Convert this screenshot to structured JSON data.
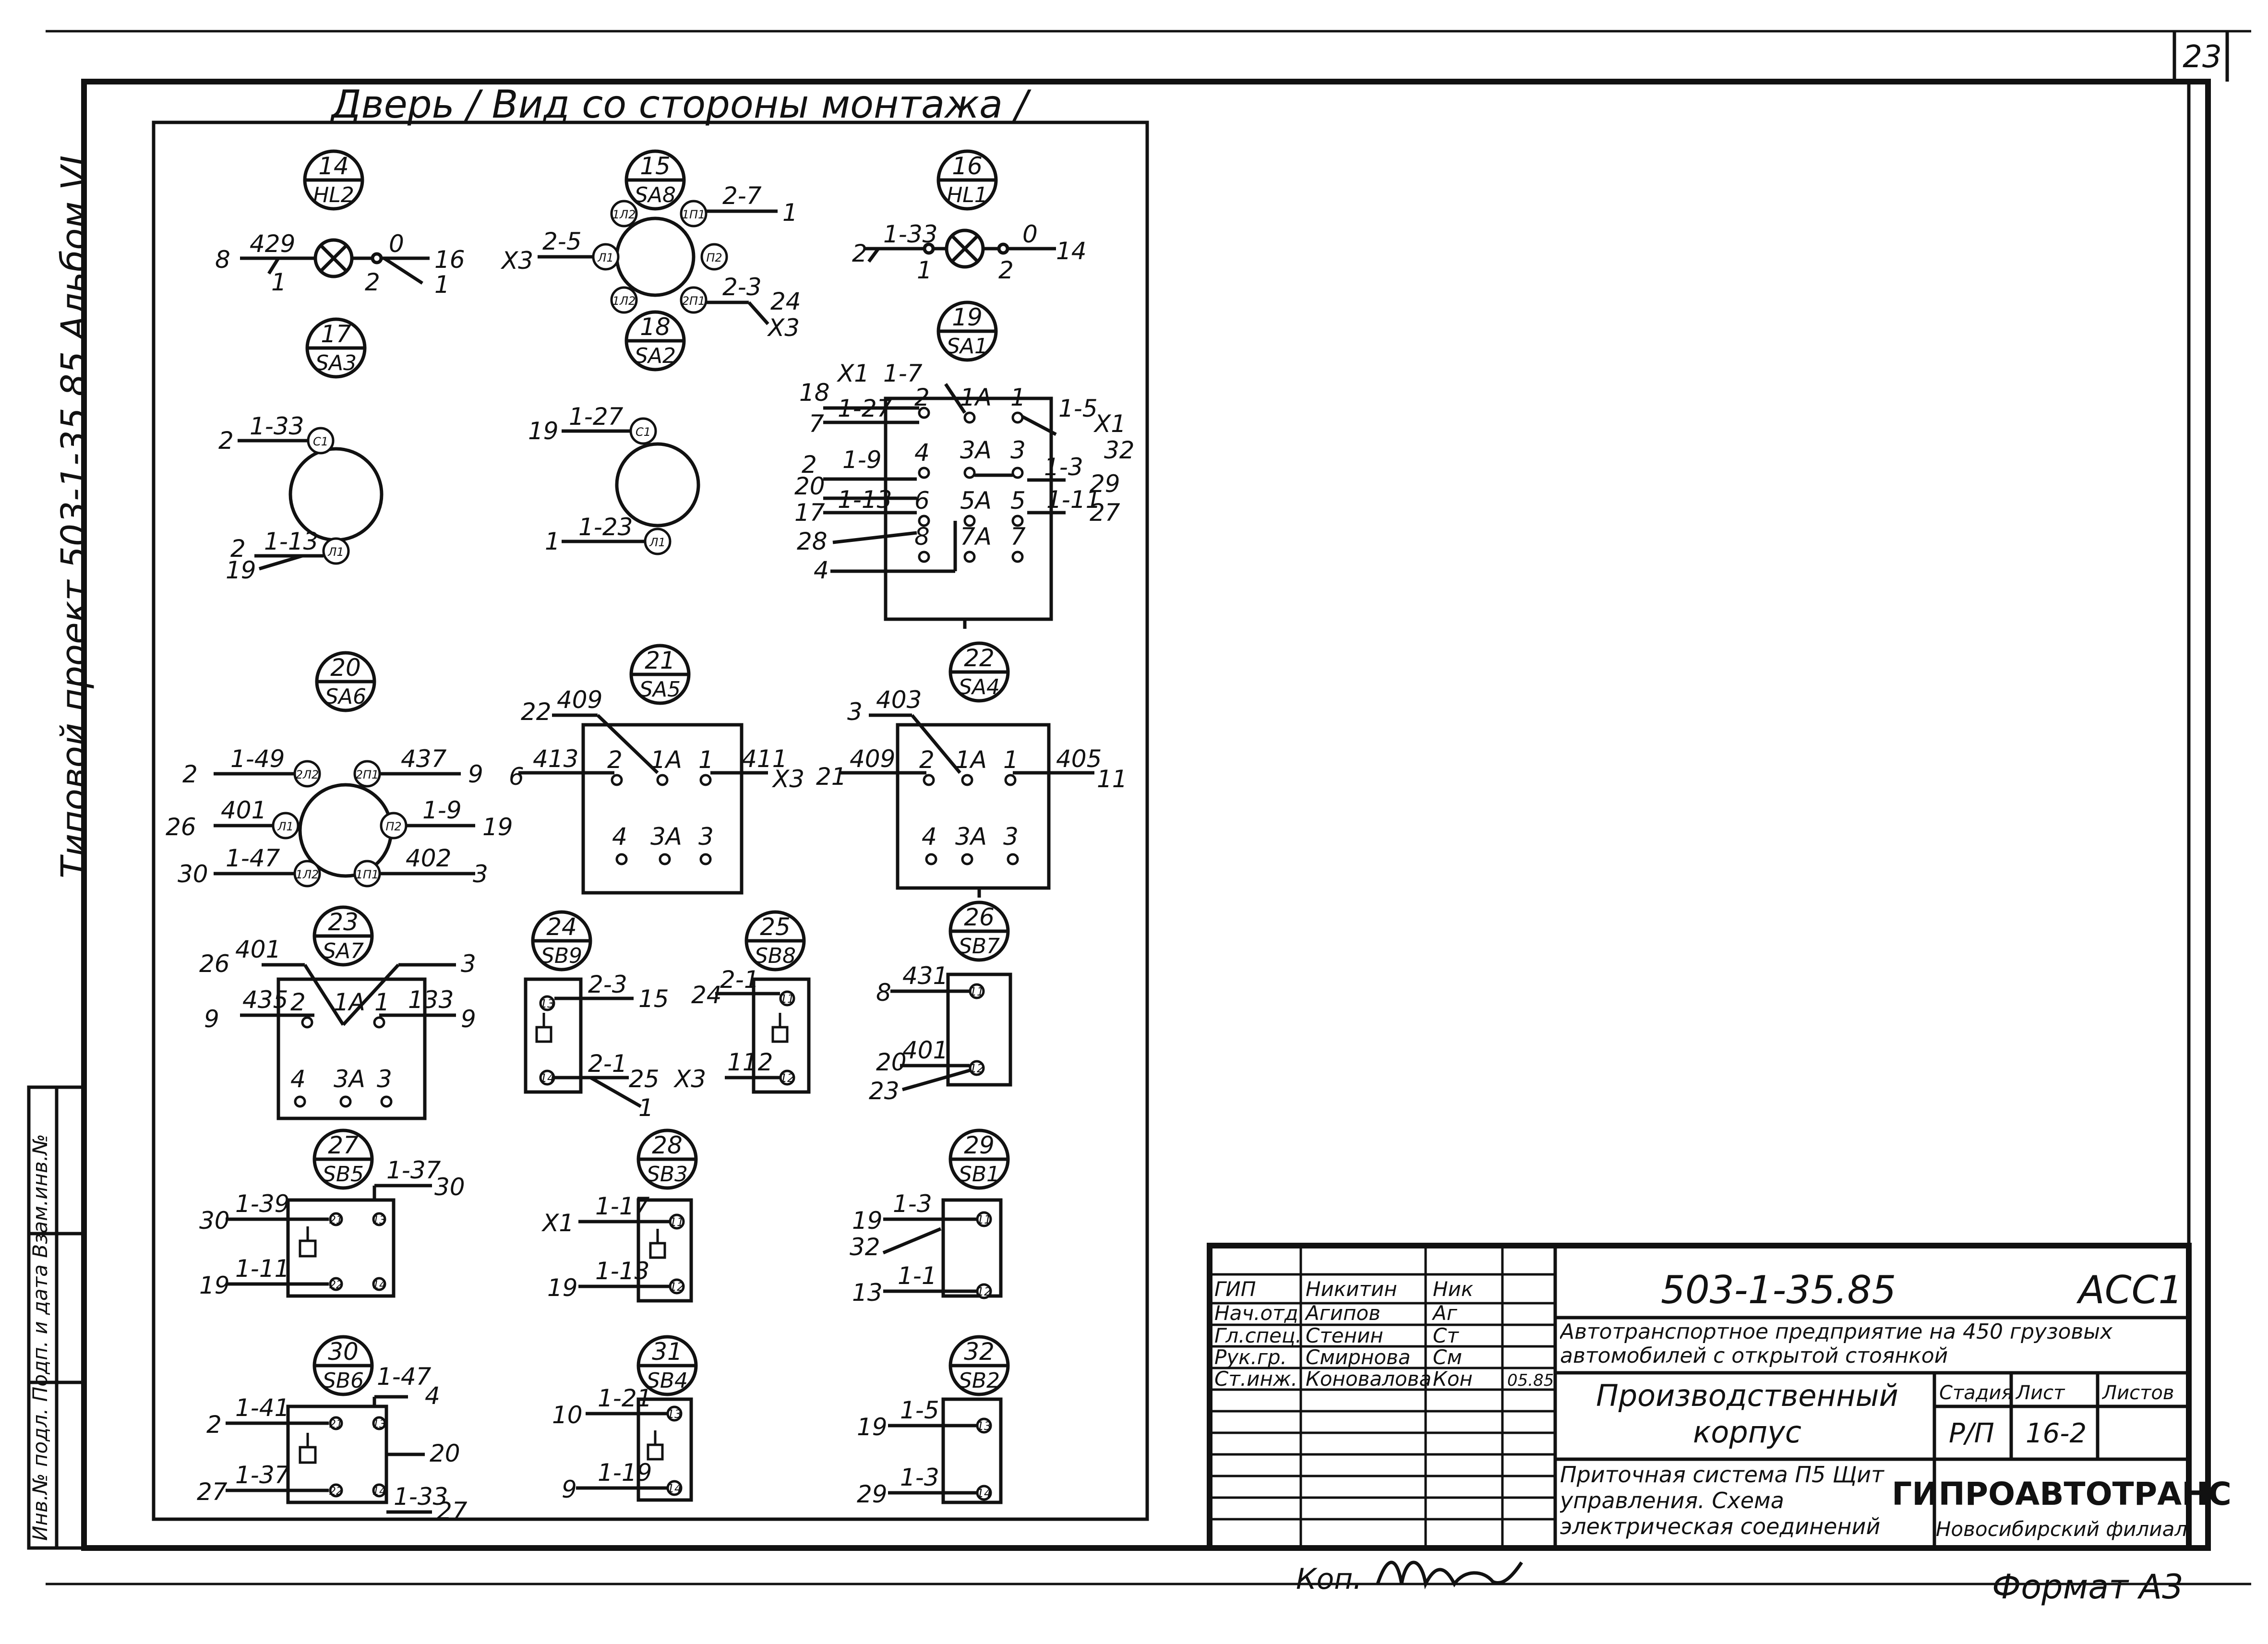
{
  "page_number": "23",
  "side_note": "Типовой проект 503-1-35.85 Альбом VI",
  "stamp_text": "Инв.№ подл. Подп. и дата Взам.инв.№",
  "panel_title": "Дверь / Вид со стороны монтажа /",
  "devices": [
    {
      "num": "14",
      "tag": "HL2"
    },
    {
      "num": "15",
      "tag": "SA8"
    },
    {
      "num": "16",
      "tag": "HL1"
    },
    {
      "num": "17",
      "tag": "SA3"
    },
    {
      "num": "18",
      "tag": "SA2"
    },
    {
      "num": "19",
      "tag": "SA1"
    },
    {
      "num": "20",
      "tag": "SA6"
    },
    {
      "num": "21",
      "tag": "SA5"
    },
    {
      "num": "22",
      "tag": "SA4"
    },
    {
      "num": "23",
      "tag": "SA7"
    },
    {
      "num": "24",
      "tag": "SB9"
    },
    {
      "num": "25",
      "tag": "SB8"
    },
    {
      "num": "26",
      "tag": "SB7"
    },
    {
      "num": "27",
      "tag": "SB5"
    },
    {
      "num": "28",
      "tag": "SB3"
    },
    {
      "num": "29",
      "tag": "SB1"
    },
    {
      "num": "30",
      "tag": "SB6"
    },
    {
      "num": "31",
      "tag": "SB4"
    },
    {
      "num": "32",
      "tag": "SB2"
    }
  ],
  "labels": {
    "d14": [
      "8",
      "429",
      "1",
      "0",
      "16",
      "2",
      "1"
    ],
    "d15": [
      "2-7",
      "1",
      "X3",
      "2-5",
      "2-3",
      "24",
      "X3",
      "1Л2",
      "1П1",
      "Л1",
      "П2",
      "1Л2",
      "2П1"
    ],
    "d16": [
      "2",
      "1-33",
      "1",
      "0",
      "14",
      "2"
    ],
    "d17": [
      "2",
      "1-33",
      "2",
      "1-13",
      "19",
      "С1",
      "Л1"
    ],
    "d18": [
      "19",
      "1-27",
      "1",
      "1-23",
      "С1",
      "Л1"
    ],
    "d19": [
      "18",
      "X1",
      "1-7",
      "7",
      "1-27",
      "1-5",
      "X1",
      "32",
      "2",
      "1-9",
      "3А",
      "3",
      "20",
      "1-3",
      "29",
      "17",
      "1-13",
      "5А",
      "5",
      "1-11",
      "27",
      "28",
      "7А",
      "7",
      "4",
      "2",
      "1А",
      "1",
      "4",
      "6",
      "8"
    ],
    "d20": [
      "2",
      "1-49",
      "437",
      "9",
      "26",
      "401",
      "1-9",
      "19",
      "30",
      "1-47",
      "402",
      "3",
      "2Л2",
      "2П1",
      "Л1",
      "П2",
      "1Л2",
      "1П1"
    ],
    "d21": [
      "22",
      "409",
      "6",
      "413",
      "2",
      "1А",
      "1",
      "411",
      "X3",
      "4",
      "3А",
      "3"
    ],
    "d22": [
      "3",
      "403",
      "21",
      "409",
      "2",
      "1А",
      "1",
      "405",
      "11",
      "4",
      "3А",
      "3"
    ],
    "d23": [
      "26",
      "401",
      "3",
      "9",
      "435",
      "2",
      "1А",
      "1",
      "133",
      "9",
      "4",
      "3А",
      "3"
    ],
    "d24": [
      "13",
      "2-3",
      "15",
      "14",
      "2-1",
      "25",
      "1"
    ],
    "d25": [
      "24",
      "2-1",
      "11",
      "X3",
      "112",
      "12"
    ],
    "d26": [
      "8",
      "431",
      "11",
      "20",
      "401",
      "12",
      "23"
    ],
    "d27": [
      "30",
      "1-39",
      "21",
      "1-37",
      "30",
      "13",
      "19",
      "1-11",
      "22",
      "14"
    ],
    "d28": [
      "X1",
      "1-17",
      "11",
      "19",
      "1-13",
      "12"
    ],
    "d29": [
      "19",
      "1-3",
      "11",
      "32",
      "13",
      "1-1",
      "12"
    ],
    "d30": [
      "2",
      "1-41",
      "21",
      "1-47",
      "4",
      "13",
      "20",
      "27",
      "1-37",
      "22",
      "14",
      "1-33",
      "27"
    ],
    "d31": [
      "10",
      "1-21",
      "13",
      "9",
      "1-19",
      "14"
    ],
    "d32": [
      "19",
      "1-5",
      "13",
      "29",
      "1-3",
      "14"
    ]
  },
  "title_block": {
    "roles": [
      {
        "role": "ГИП",
        "name": "Никитин",
        "sign": "Ник"
      },
      {
        "role": "Нач.отд",
        "name": "Агипов",
        "sign": "Аг"
      },
      {
        "role": "Гл.спец.",
        "name": "Стенин",
        "sign": "Ст"
      },
      {
        "role": "Рук.гр.",
        "name": "Смирнова",
        "sign": "См"
      },
      {
        "role": "Ст.инж.",
        "name": "Коновалова",
        "sign": "Кон"
      }
    ],
    "date": "05.85",
    "code": "503-1-35.85",
    "sheet_mark": "АСС1",
    "project_title": "Автотранспортное предприятие на 450 грузовых автомобилей с открытой стоянкой",
    "building": "Производственный корпус",
    "stage_header": "Стадия",
    "sheet_header": "Лист",
    "sheets_header": "Листов",
    "stage": "Р/П",
    "sheet": "16-2",
    "drawing_title": "Приточная система П5 Щит управления. Схема электрическая соединений",
    "org": "ГИПРОАВТОТРАНС",
    "org_branch": "Новосибирский филиал"
  },
  "footer": {
    "copied_label": "Коп.",
    "format_label": "Формат А3"
  }
}
